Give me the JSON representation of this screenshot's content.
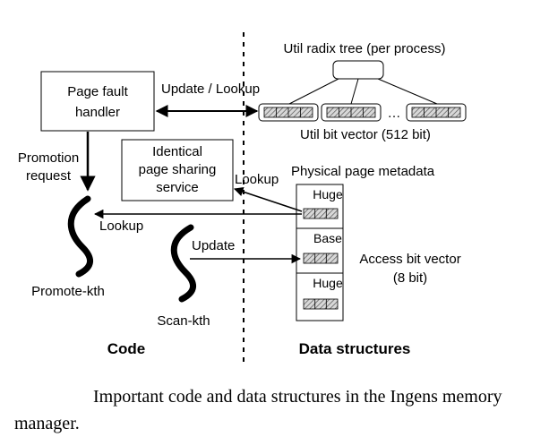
{
  "code": {
    "page_fault_handler": [
      "Page fault",
      "handler"
    ],
    "identical_page_sharing": [
      "Identical",
      "page sharing",
      "service"
    ],
    "promotion_request": [
      "Promotion",
      "request"
    ],
    "promote_kth": "Promote-kth",
    "scan_kth": "Scan-kth",
    "section_label": "Code"
  },
  "data_structures": {
    "util_radix_tree": "Util radix tree (per process)",
    "util_bit_vector": "Util bit vector (512 bit)",
    "ellipsis": "…",
    "physical_page_metadata": "Physical page metadata",
    "huge_1": "Huge",
    "base": "Base",
    "huge_2": "Huge",
    "access_bit_vector": [
      "Access bit vector",
      "(8 bit)"
    ],
    "section_label": "Data structures"
  },
  "arrows": {
    "update_lookup": "Update / Lookup",
    "lookup_1": "Lookup",
    "lookup_2": "Lookup",
    "update": "Update"
  },
  "caption": "Important code and data structures in the Ingens memory manager."
}
